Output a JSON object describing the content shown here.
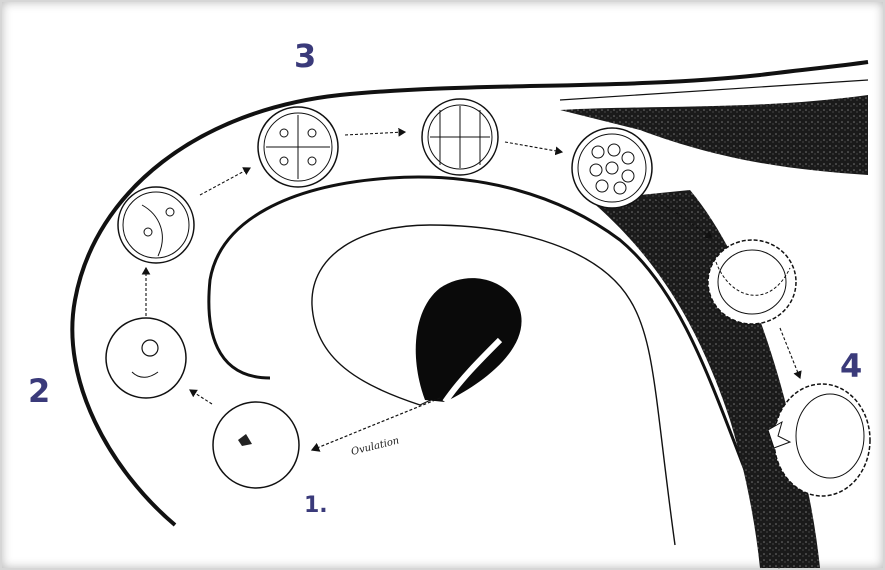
{
  "labels": {
    "stage1": "1.",
    "stage2": "2",
    "stage3": "3",
    "stage4": "4",
    "ovulation": "Ovulation"
  },
  "colors": {
    "ink": "#111111",
    "number": "#3a3a7a",
    "frame": "#d6d6d6"
  }
}
